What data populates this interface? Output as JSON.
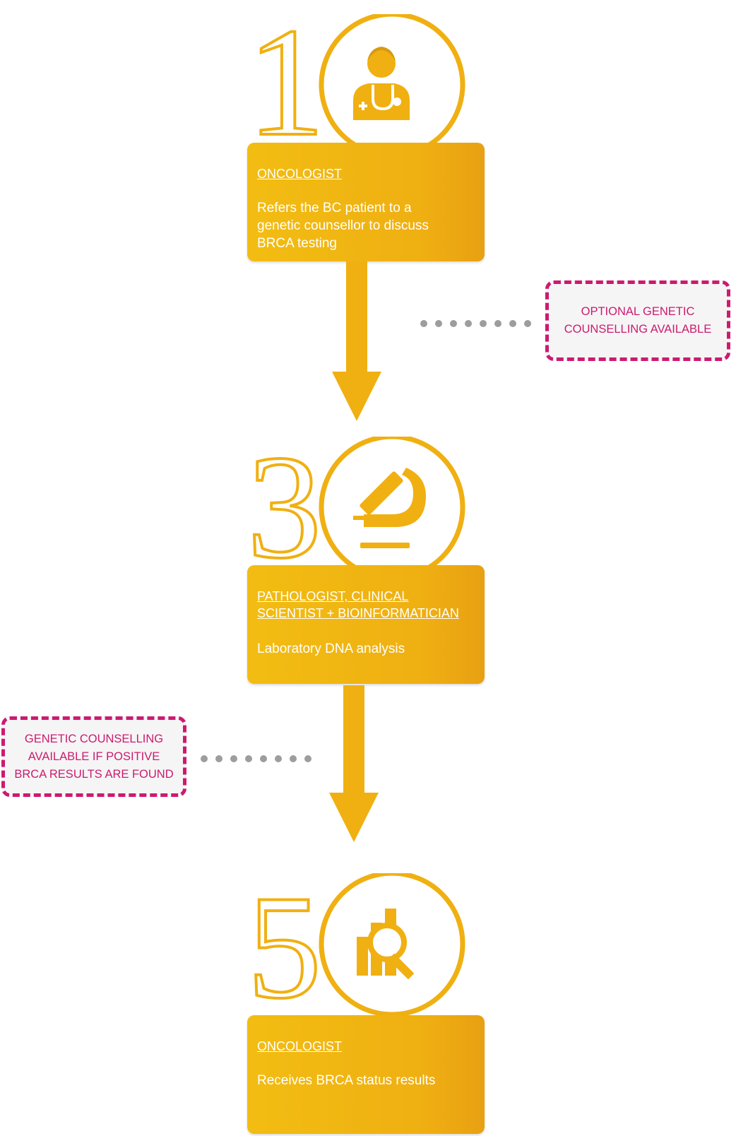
{
  "colors": {
    "accent": "#F0B012",
    "note": "#CC1A70",
    "dots": "#9D9D9D"
  },
  "steps": [
    {
      "number": "1",
      "icon": "doctor-icon",
      "role": "ONCOLOGIST",
      "description": "Refers the BC patient to a\ngenetic counsellor to discuss\nBRCA testing"
    },
    {
      "number": "3",
      "icon": "microscope-icon",
      "role": "PATHOLOGIST, CLINICAL\nSCIENTIST + BIOINFORMATICIAN",
      "description": "Laboratory DNA analysis"
    },
    {
      "number": "5",
      "icon": "chart-search-icon",
      "role": "ONCOLOGIST",
      "description": "Receives BRCA status results"
    }
  ],
  "notes": [
    {
      "text": "OPTIONAL GENETIC\nCOUNSELLING AVAILABLE"
    },
    {
      "text": "GENETIC COUNSELLING\nAVAILABLE IF POSITIVE\nBRCA RESULTS ARE FOUND"
    }
  ]
}
